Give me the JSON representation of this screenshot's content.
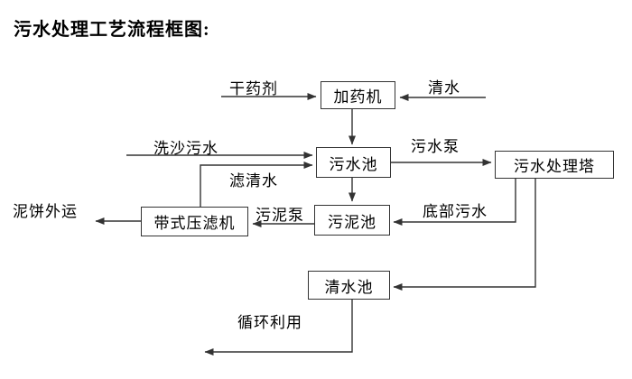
{
  "title": "污水处理工艺流程框图:",
  "nodes": {
    "dosing_machine": "加药机",
    "sewage_pool": "污水池",
    "treatment_tower": "污水处理塔",
    "sludge_pool": "污泥池",
    "belt_filter_press": "带式压滤机",
    "clean_water_pool": "清水池"
  },
  "edge_labels": {
    "dry_agent": "干药剂",
    "clean_water": "清水",
    "sand_washing_sewage": "洗沙污水",
    "sewage_pump": "污水泵",
    "filtered_water": "滤清水",
    "sludge_pump": "污泥泵",
    "bottom_sewage": "底部污水",
    "mud_cake_out": "泥饼外运",
    "recycling": "循环利用"
  },
  "colors": {
    "line": "#333333",
    "text": "#000000",
    "background": "#ffffff"
  }
}
